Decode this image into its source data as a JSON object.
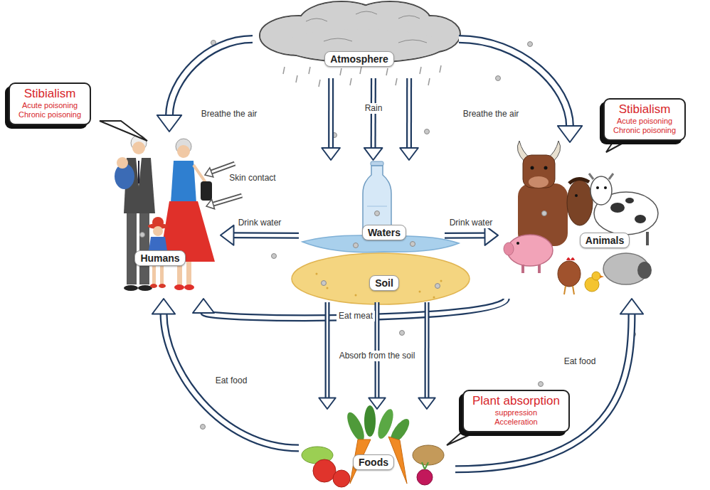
{
  "diagram": {
    "nodes": [
      {
        "text": [
          "Atmosphere"
        ]
      },
      {
        "text": [
          "Stibialism",
          "Acute poisoning",
          "Chronic poisoning"
        ]
      },
      {
        "text": [
          "Stibialism",
          "Acute poisoning",
          "Chronic poisoning"
        ]
      },
      {
        "text": [
          "Waters"
        ]
      },
      {
        "text": [
          "Humans"
        ]
      },
      {
        "text": [
          "Animals"
        ]
      },
      {
        "text": [
          "Soil"
        ]
      },
      {
        "text": [
          "Plant absorption",
          "suppression",
          "Acceleration"
        ]
      },
      {
        "text": [
          "Foods"
        ]
      }
    ],
    "edges": [
      {
        "from": 0,
        "to": 4,
        "arrow": "to",
        "label": "Breathe the air"
      },
      {
        "from": 0,
        "to": 5,
        "arrow": "to",
        "label": "Breathe the air"
      },
      {
        "from": 0,
        "to": 3,
        "arrow": "to"
      },
      {
        "from": 0,
        "to": 3,
        "arrow": "to",
        "label": "Rain"
      },
      {
        "from": 0,
        "to": 3,
        "arrow": "to"
      },
      {
        "from": 3,
        "to": 4,
        "arrow": "to",
        "label": "Drink water"
      },
      {
        "from": 3,
        "to": 5,
        "arrow": "to",
        "label": "Drink water"
      },
      {
        "from": 5,
        "to": 4,
        "arrow": "to",
        "label": "Eat meat"
      },
      {
        "from": 6,
        "to": 8,
        "arrow": "to"
      },
      {
        "from": 6,
        "to": 8,
        "arrow": "to",
        "label": "Absorb from the soil"
      },
      {
        "from": 6,
        "to": 8,
        "arrow": "to"
      },
      {
        "from": 8,
        "to": 4,
        "arrow": "to",
        "label": "Eat food"
      },
      {
        "from": 8,
        "to": 5,
        "arrow": "to",
        "label": "Eat food"
      }
    ],
    "labels": [
      "Skin contact"
    ]
  }
}
